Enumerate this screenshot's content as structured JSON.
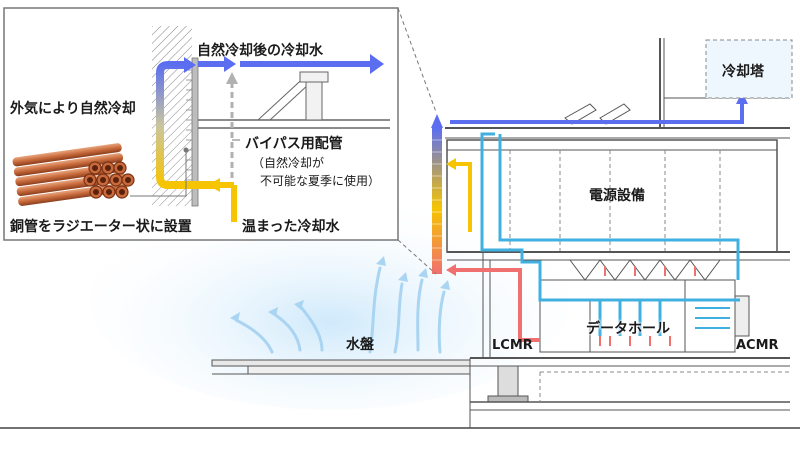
{
  "labels": {
    "cooling_tower": "冷却塔",
    "power_equipment": "電源設備",
    "data_hall": "データホール",
    "lcmr": "LCMR",
    "acmr": "ACMR",
    "water_basin": "水盤",
    "natural_cooled_water": "自然冷却後の冷却水",
    "outside_air_cooling": "外気により自然冷却",
    "bypass_pipe": "バイパス用配管",
    "bypass_note_line1": "（自然冷却が",
    "bypass_note_line2": "不可能な夏季に使用）",
    "copper_pipe_radiator": "銅管をラジエーター状に設置",
    "warm_cooling_water": "温まった冷却水"
  },
  "colors": {
    "cool_flow": "#5b6ef0",
    "warm_flow": "#f6c400",
    "hot_flow": "#f07070",
    "supply_flow": "#3fb0e0",
    "structure": "#555555",
    "copper": "#c86a3c",
    "air_haze": "#d9eefb"
  }
}
